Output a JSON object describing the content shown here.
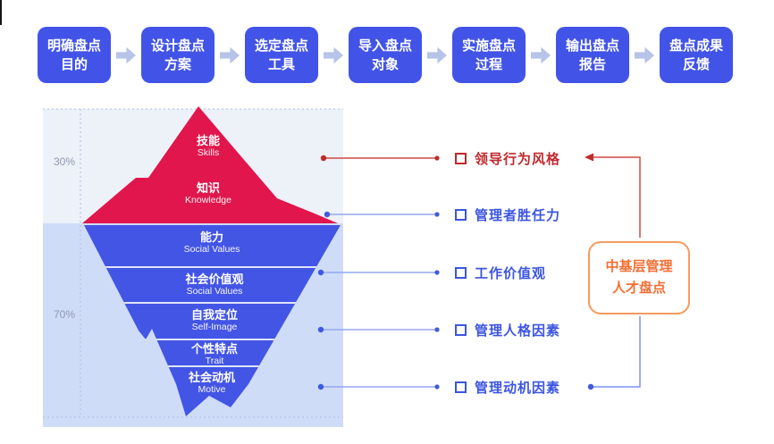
{
  "process_steps": [
    {
      "line1": "明确盘点",
      "line2": "目的"
    },
    {
      "line1": "设计盘点",
      "line2": "方案"
    },
    {
      "line1": "选定盘点",
      "line2": "工具"
    },
    {
      "line1": "导入盘点",
      "line2": "对象"
    },
    {
      "line1": "实施盘点",
      "line2": "过程"
    },
    {
      "line1": "输出盘点",
      "line2": "报告"
    },
    {
      "line1": "盘点成果",
      "line2": "反馈"
    }
  ],
  "iceberg": {
    "above_percent": "30%",
    "below_percent": "70%",
    "above_layers": [
      {
        "zh": "技能",
        "en": "Skills"
      },
      {
        "zh": "知识",
        "en": "Knowledge"
      }
    ],
    "below_layers": [
      {
        "zh": "能力",
        "en": "Social Values"
      },
      {
        "zh": "社会价值观",
        "en": "Social Values"
      },
      {
        "zh": "自我定位",
        "en": "Self-Image"
      },
      {
        "zh": "个性特点",
        "en": "Trait"
      },
      {
        "zh": "社会动机",
        "en": "Motive"
      }
    ]
  },
  "legend_labels": [
    {
      "text": "领导行为风格",
      "accent": "red"
    },
    {
      "text": "管理者胜任力",
      "accent": "blue"
    },
    {
      "text": "工作价值观",
      "accent": "blue"
    },
    {
      "text": "管理人格因素",
      "accent": "blue"
    },
    {
      "text": "管理动机因素",
      "accent": "blue"
    }
  ],
  "callout": {
    "line1": "中基层管理",
    "line2": "人才盘点"
  },
  "colors": {
    "step_box_blue": "#4254e8",
    "flow_arrow_gray": "#b7c3e8",
    "iceberg_red": "#e1164d",
    "iceberg_blue": "#4355e5",
    "panel_top_bg": "#edf1f8",
    "panel_bottom_bg": "#cfdcf8",
    "legend_blue": "#3c55e0",
    "legend_red": "#c0282d",
    "connector_blue": "#93a7f0",
    "connector_red": "#cd4a45",
    "callout_orange_border": "#f59b60",
    "callout_orange_text": "#f46e33"
  }
}
